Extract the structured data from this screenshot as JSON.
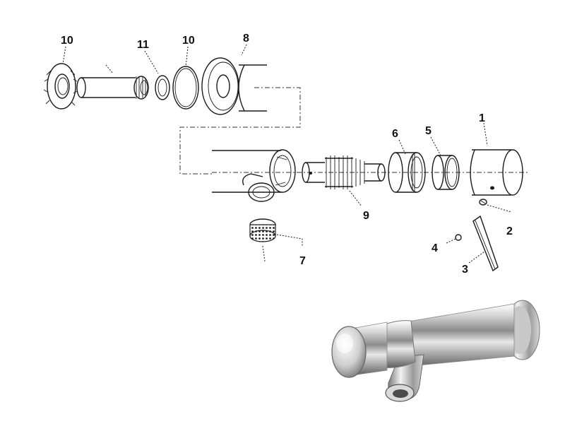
{
  "callouts": [
    {
      "id": "c10a",
      "text": "10"
    },
    {
      "id": "c11",
      "text": "11"
    },
    {
      "id": "c10b",
      "text": "10"
    },
    {
      "id": "c8",
      "text": "8"
    },
    {
      "id": "c6",
      "text": "6"
    },
    {
      "id": "c5",
      "text": "5"
    },
    {
      "id": "c1",
      "text": "1"
    },
    {
      "id": "c9",
      "text": "9"
    },
    {
      "id": "c2",
      "text": "2"
    },
    {
      "id": "c4",
      "text": "4"
    },
    {
      "id": "c3",
      "text": "3"
    },
    {
      "id": "c7",
      "text": "7"
    }
  ],
  "colors": {
    "line": "#1a1a1a",
    "chrome_light": "#f4f4f4",
    "chrome_mid": "#b9b9b9",
    "chrome_dark": "#5a5a5a"
  }
}
